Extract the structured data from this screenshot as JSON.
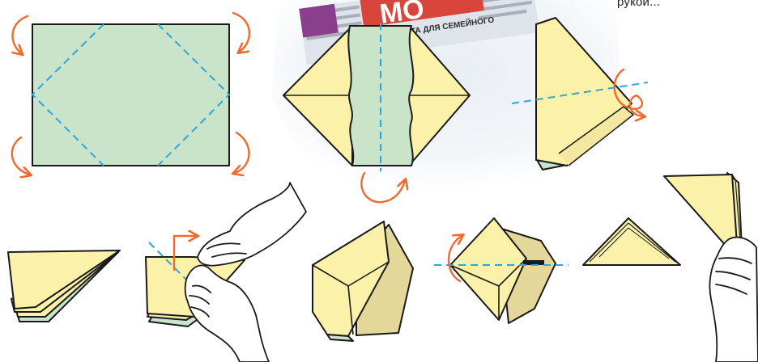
{
  "caption": "рукой...",
  "newspaper": {
    "logo_text": "МО",
    "subtitle": "ЕТА ДЛЯ СЕМЕЙНОГО"
  },
  "colors": {
    "paper_yellow": "#fbf1a9",
    "paper_green": "#c9e4c9",
    "paper_shade": "#e3d79a",
    "fold_line": "#2aa6e0",
    "arrow": "#ef6b2c",
    "newspaper_purple": "#8a3f8c",
    "newspaper_red": "#d8453b"
  },
  "steps": [
    {
      "icon": "green-rectangle-with-diamond-fold"
    },
    {
      "icon": "folded-diamond-with-green-center"
    },
    {
      "icon": "folded-kite-half"
    },
    {
      "icon": "flat-folded-quad-stack"
    },
    {
      "icon": "hands-folding-paper"
    },
    {
      "icon": "pocket-fold-shape"
    },
    {
      "icon": "square-with-horizontal-fold"
    },
    {
      "icon": "small-triangle"
    },
    {
      "icon": "hand-holding-triangle-fan"
    }
  ]
}
